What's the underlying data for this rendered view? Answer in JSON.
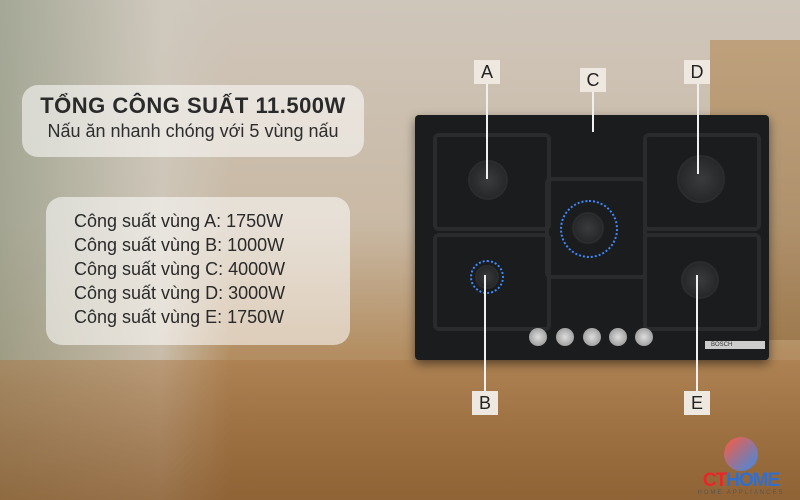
{
  "headline": {
    "title": "TỔNG CÔNG SUẤT 11.500W",
    "subtitle": "Nấu ăn nhanh chóng với 5 vùng nấu"
  },
  "zones": [
    "Công suất vùng A: 1750W",
    "Công suất vùng B: 1000W",
    "Công suất vùng C: 4000W",
    "Công suất vùng D: 3000W",
    "Công suất vùng E: 1750W"
  ],
  "labels": {
    "a": "A",
    "b": "B",
    "c": "C",
    "d": "D",
    "e": "E"
  },
  "cooktop": {
    "brand": "BOSCH",
    "knob_count": 5
  },
  "logo": {
    "ct": "CT",
    "home": "HOME",
    "sub": "HOME APPLIANCES"
  },
  "colors": {
    "logo_red": "#e8262a",
    "logo_blue": "#2f6fd1",
    "flame": "#3a8bff"
  }
}
